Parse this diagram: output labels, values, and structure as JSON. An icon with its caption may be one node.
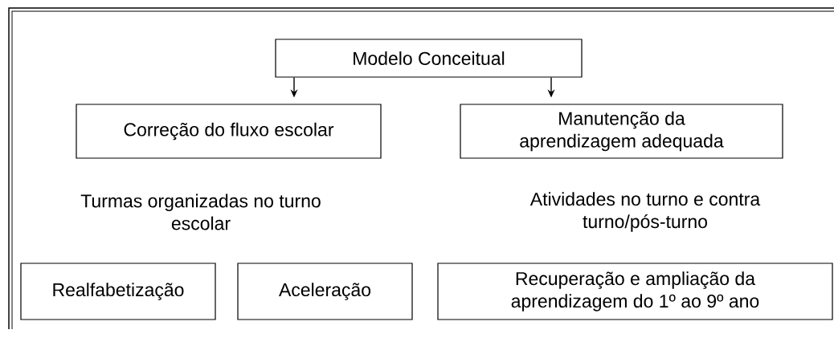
{
  "diagram": {
    "nodes": [
      {
        "text": [
          "Modelo Conceitual"
        ]
      },
      {
        "text": [
          "Correção do fluxo escolar"
        ]
      },
      {
        "text": [
          "Manutenção da aprendizagem adequada"
        ]
      },
      {
        "text": [
          "Realfabetização"
        ]
      },
      {
        "text": [
          "Aceleração"
        ]
      },
      {
        "text": [
          "Recuperação e ampliação da aprendizagem do 1º ao 9º ano"
        ]
      }
    ],
    "edges": [
      {
        "from": 0,
        "to": 1,
        "arrow": "to"
      },
      {
        "from": 0,
        "to": 2,
        "arrow": "to"
      }
    ],
    "labels": [
      "Turmas organizadas no turno escolar",
      "Atividades no turno e contra turno/pós-turno"
    ]
  }
}
